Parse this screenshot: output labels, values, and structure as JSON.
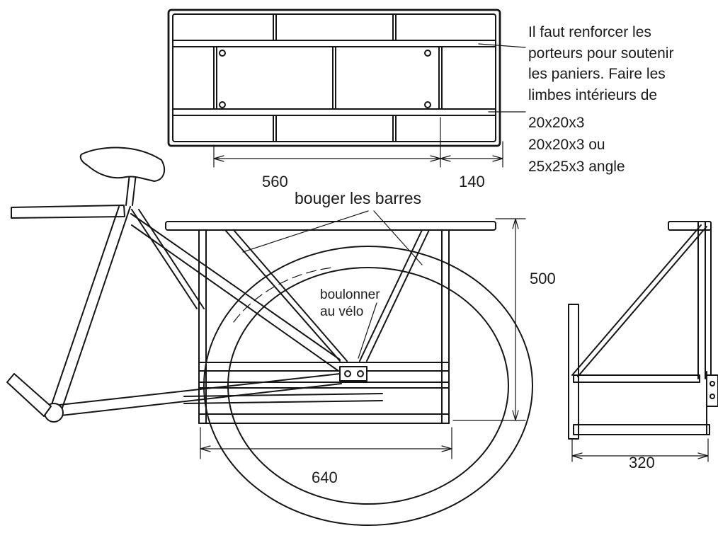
{
  "note": {
    "lines": [
      "Il faut renforcer les",
      "porteurs pour soutenir",
      "les paniers. Faire les",
      "limbes intérieurs de",
      "20x20x3",
      "20x20x3 ou",
      "25x25x3 angle"
    ]
  },
  "dimensions": {
    "top_length": "560",
    "top_end": "140",
    "height": "500",
    "bottom_length": "640",
    "side_width": "320"
  },
  "labels": {
    "move_bars": "bouger les barres",
    "bolt_line1": "boulonner",
    "bolt_line2": "au vélo"
  }
}
